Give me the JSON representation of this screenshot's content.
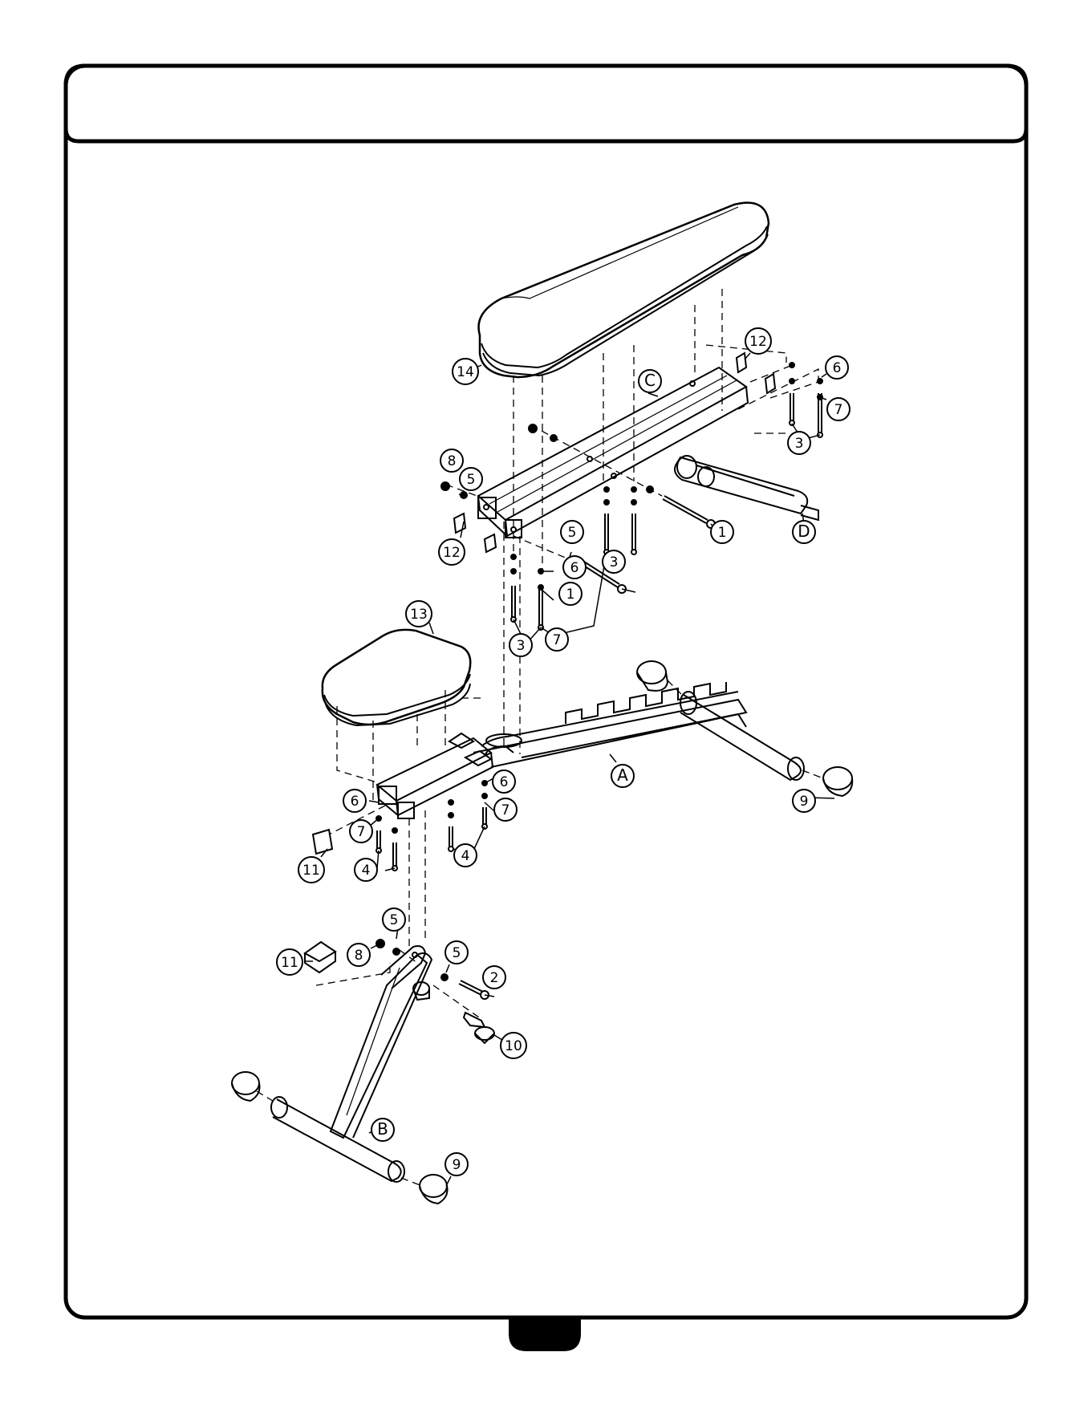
{
  "page": {
    "header_title": "",
    "page_number": ""
  },
  "diagram": {
    "type": "exploded-assembly",
    "parts": [
      {
        "id": "C",
        "kind": "letter"
      },
      {
        "id": "D",
        "kind": "letter"
      },
      {
        "id": "A",
        "kind": "letter"
      },
      {
        "id": "B",
        "kind": "letter"
      }
    ],
    "callouts": [
      {
        "label": "14",
        "kind": "number"
      },
      {
        "label": "12",
        "kind": "number"
      },
      {
        "label": "6",
        "kind": "number"
      },
      {
        "label": "7",
        "kind": "number"
      },
      {
        "label": "3",
        "kind": "number"
      },
      {
        "label": "C",
        "kind": "letter"
      },
      {
        "label": "8",
        "kind": "number"
      },
      {
        "label": "5",
        "kind": "number"
      },
      {
        "label": "12",
        "kind": "number"
      },
      {
        "label": "1",
        "kind": "number"
      },
      {
        "label": "D",
        "kind": "letter"
      },
      {
        "label": "5",
        "kind": "number"
      },
      {
        "label": "3",
        "kind": "number"
      },
      {
        "label": "6",
        "kind": "number"
      },
      {
        "label": "1",
        "kind": "number"
      },
      {
        "label": "7",
        "kind": "number"
      },
      {
        "label": "3",
        "kind": "number"
      },
      {
        "label": "13",
        "kind": "number"
      },
      {
        "label": "A",
        "kind": "letter"
      },
      {
        "label": "6",
        "kind": "number"
      },
      {
        "label": "6",
        "kind": "number"
      },
      {
        "label": "7",
        "kind": "number"
      },
      {
        "label": "7",
        "kind": "number"
      },
      {
        "label": "9",
        "kind": "number"
      },
      {
        "label": "11",
        "kind": "number"
      },
      {
        "label": "4",
        "kind": "number"
      },
      {
        "label": "4",
        "kind": "number"
      },
      {
        "label": "5",
        "kind": "number"
      },
      {
        "label": "5",
        "kind": "number"
      },
      {
        "label": "11",
        "kind": "number"
      },
      {
        "label": "8",
        "kind": "number"
      },
      {
        "label": "2",
        "kind": "number"
      },
      {
        "label": "10",
        "kind": "number"
      },
      {
        "label": "B",
        "kind": "letter"
      },
      {
        "label": "9",
        "kind": "number"
      }
    ]
  },
  "colors": {
    "line": "#000000",
    "background": "#ffffff"
  }
}
